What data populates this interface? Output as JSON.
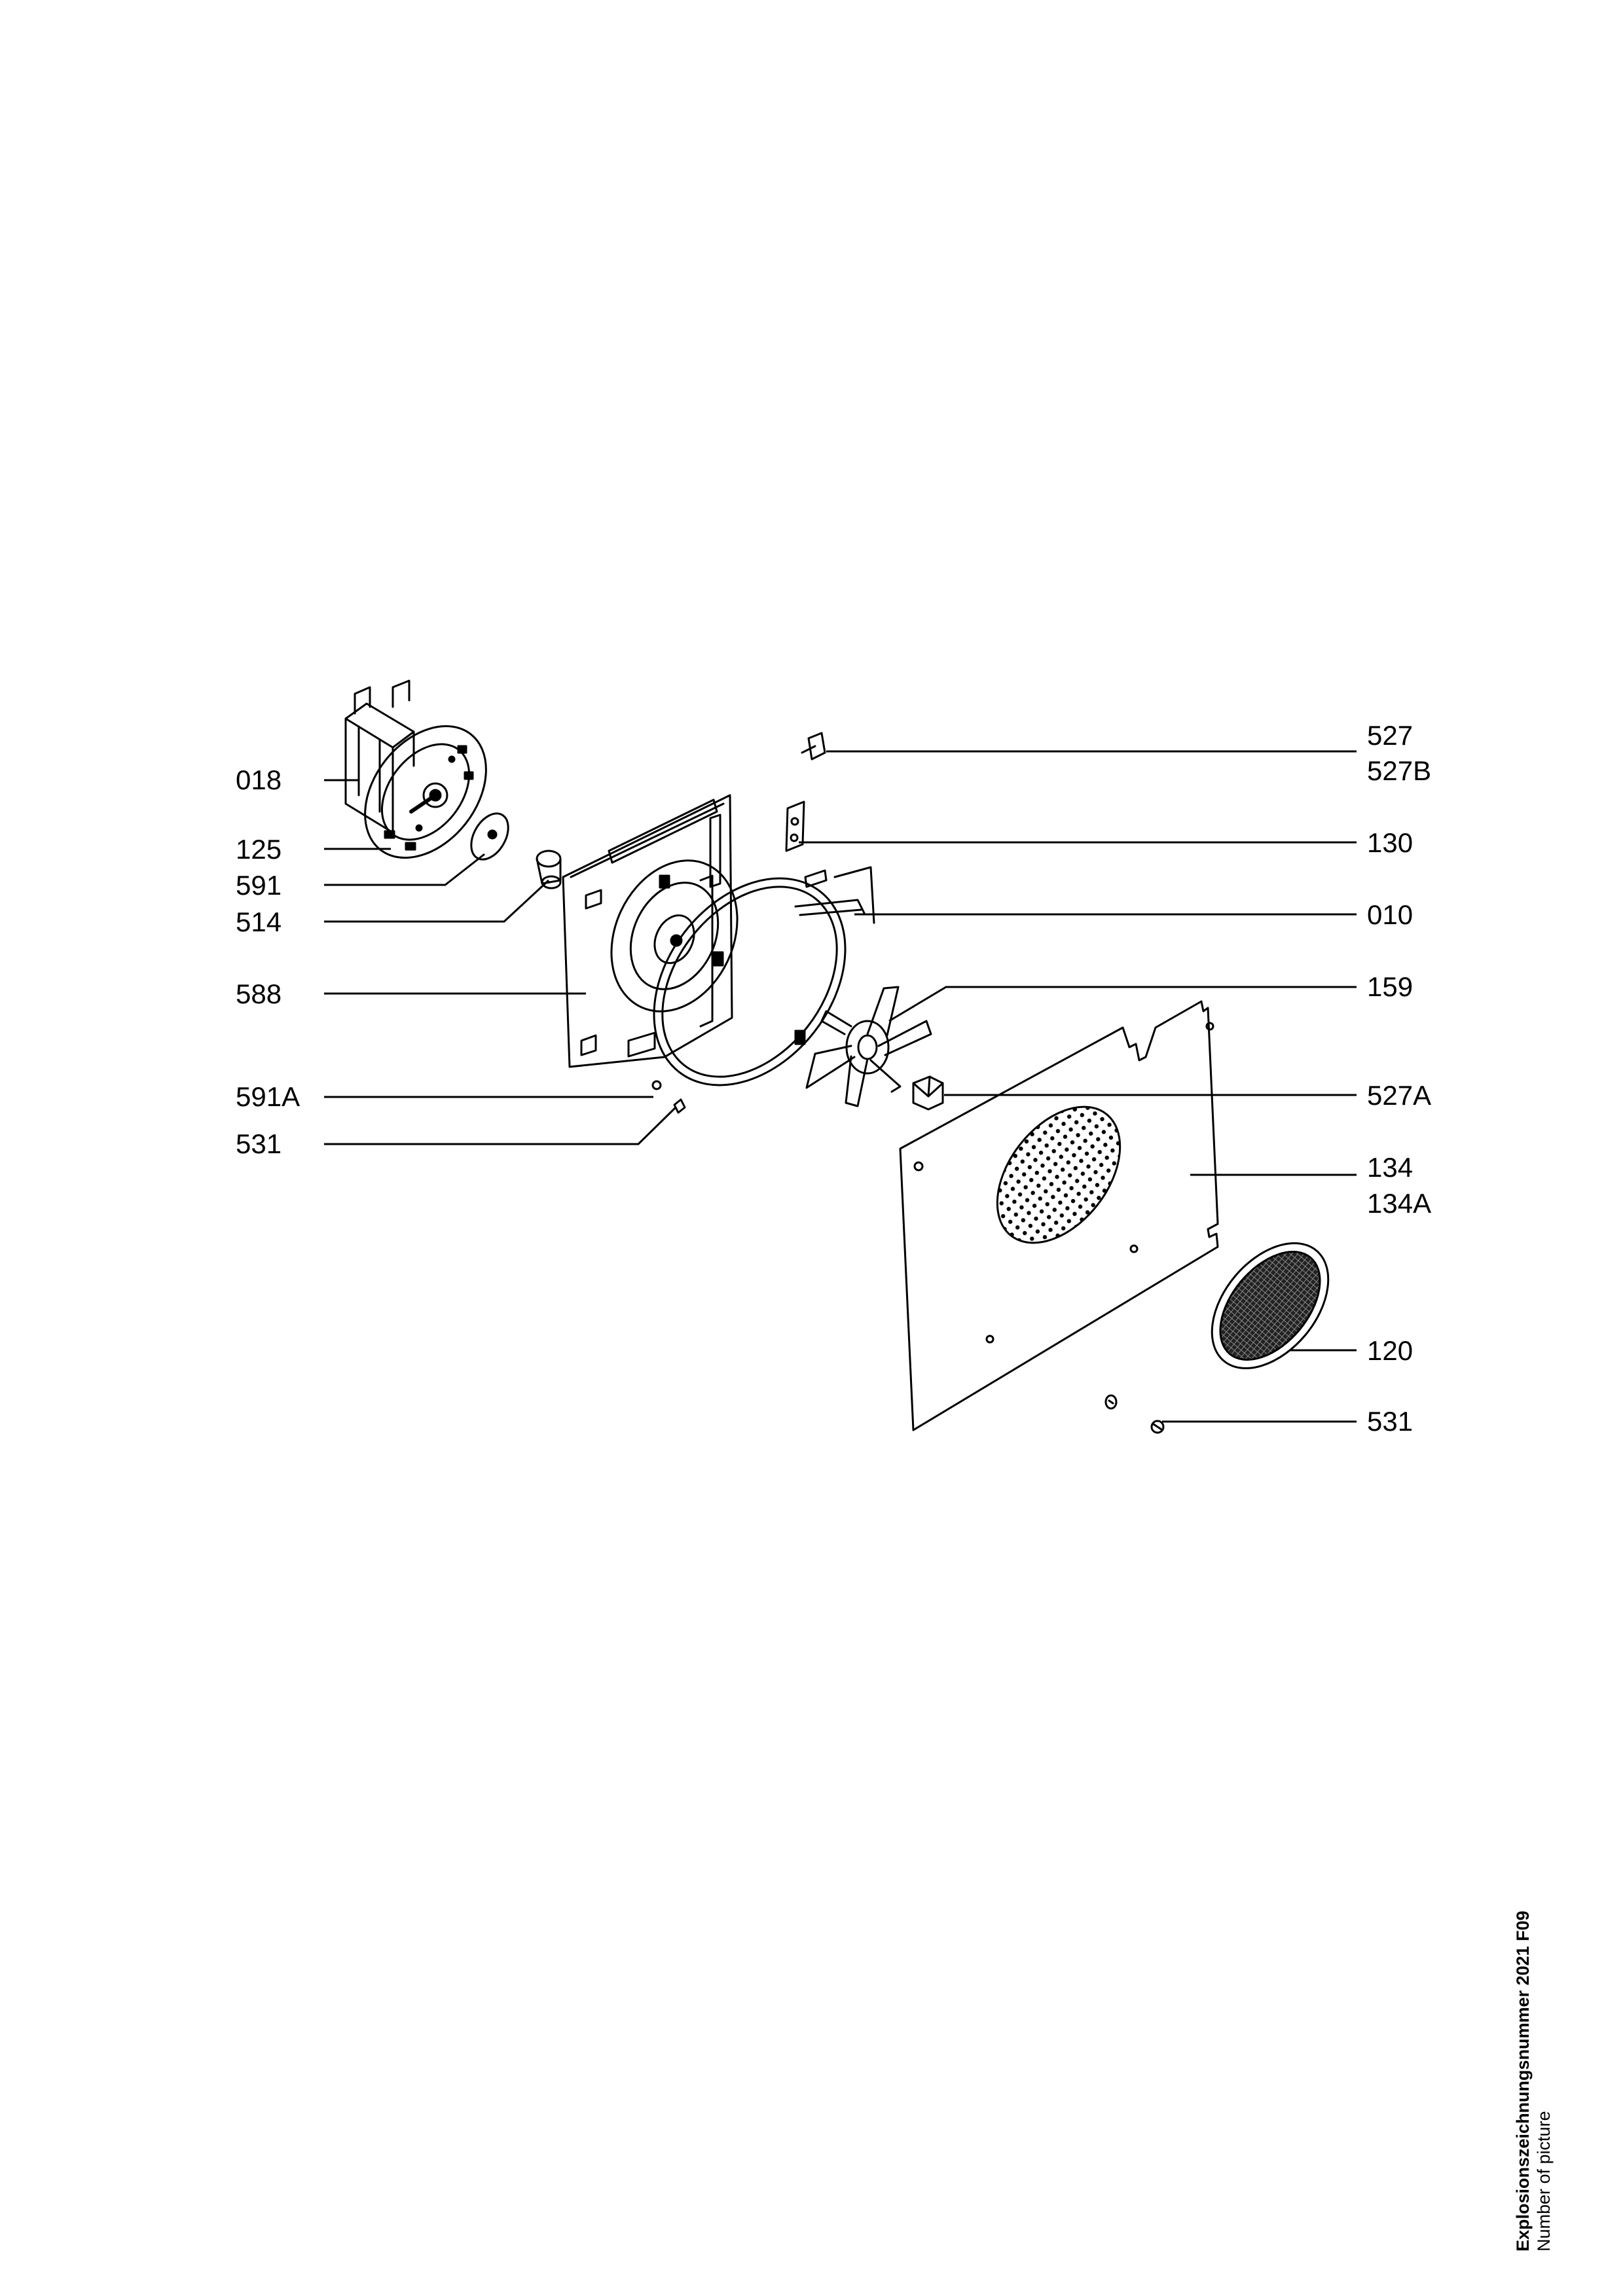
{
  "labels_left": {
    "l018": "018",
    "l125": "125",
    "l591": "591",
    "l514": "514",
    "l588": "588",
    "l591A": "591A",
    "l531": "531"
  },
  "labels_right": {
    "r527": "527",
    "r527B": "527B",
    "r130": "130",
    "r010": "010",
    "r159": "159",
    "r527A": "527A",
    "r134": "134",
    "r134A": "134A",
    "r120": "120",
    "r531": "531"
  },
  "caption": {
    "title": "Explosionszeichnungsnummer 2021 F09",
    "subtitle": "Number of picture"
  }
}
